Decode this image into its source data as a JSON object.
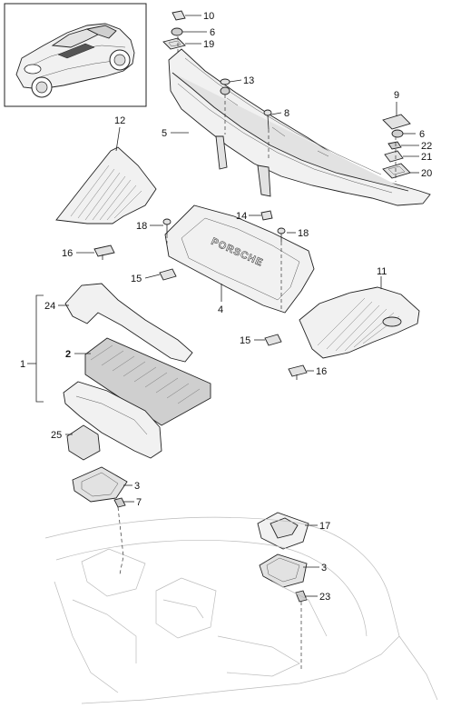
{
  "callouts": [
    {
      "id": "c10",
      "text": "10"
    },
    {
      "id": "c6a",
      "text": "6"
    },
    {
      "id": "c19",
      "text": "19"
    },
    {
      "id": "c13",
      "text": "13"
    },
    {
      "id": "c8",
      "text": "8"
    },
    {
      "id": "c9",
      "text": "9"
    },
    {
      "id": "c6b",
      "text": "6"
    },
    {
      "id": "c22",
      "text": "22"
    },
    {
      "id": "c21",
      "text": "21"
    },
    {
      "id": "c20",
      "text": "20"
    },
    {
      "id": "c5",
      "text": "5"
    },
    {
      "id": "c12",
      "text": "12"
    },
    {
      "id": "c14",
      "text": "14"
    },
    {
      "id": "c18a",
      "text": "18"
    },
    {
      "id": "c18b",
      "text": "18"
    },
    {
      "id": "c16a",
      "text": "16"
    },
    {
      "id": "c15a",
      "text": "15"
    },
    {
      "id": "c11",
      "text": "11"
    },
    {
      "id": "c4",
      "text": "4"
    },
    {
      "id": "c24",
      "text": "24"
    },
    {
      "id": "c1",
      "text": "1"
    },
    {
      "id": "c2",
      "text": "2"
    },
    {
      "id": "c15b",
      "text": "15"
    },
    {
      "id": "c16b",
      "text": "16"
    },
    {
      "id": "c25",
      "text": "25"
    },
    {
      "id": "c3a",
      "text": "3"
    },
    {
      "id": "c7",
      "text": "7"
    },
    {
      "id": "c17",
      "text": "17"
    },
    {
      "id": "c3b",
      "text": "3"
    },
    {
      "id": "c23",
      "text": "23"
    }
  ],
  "embossed_text": "PORSCHE"
}
